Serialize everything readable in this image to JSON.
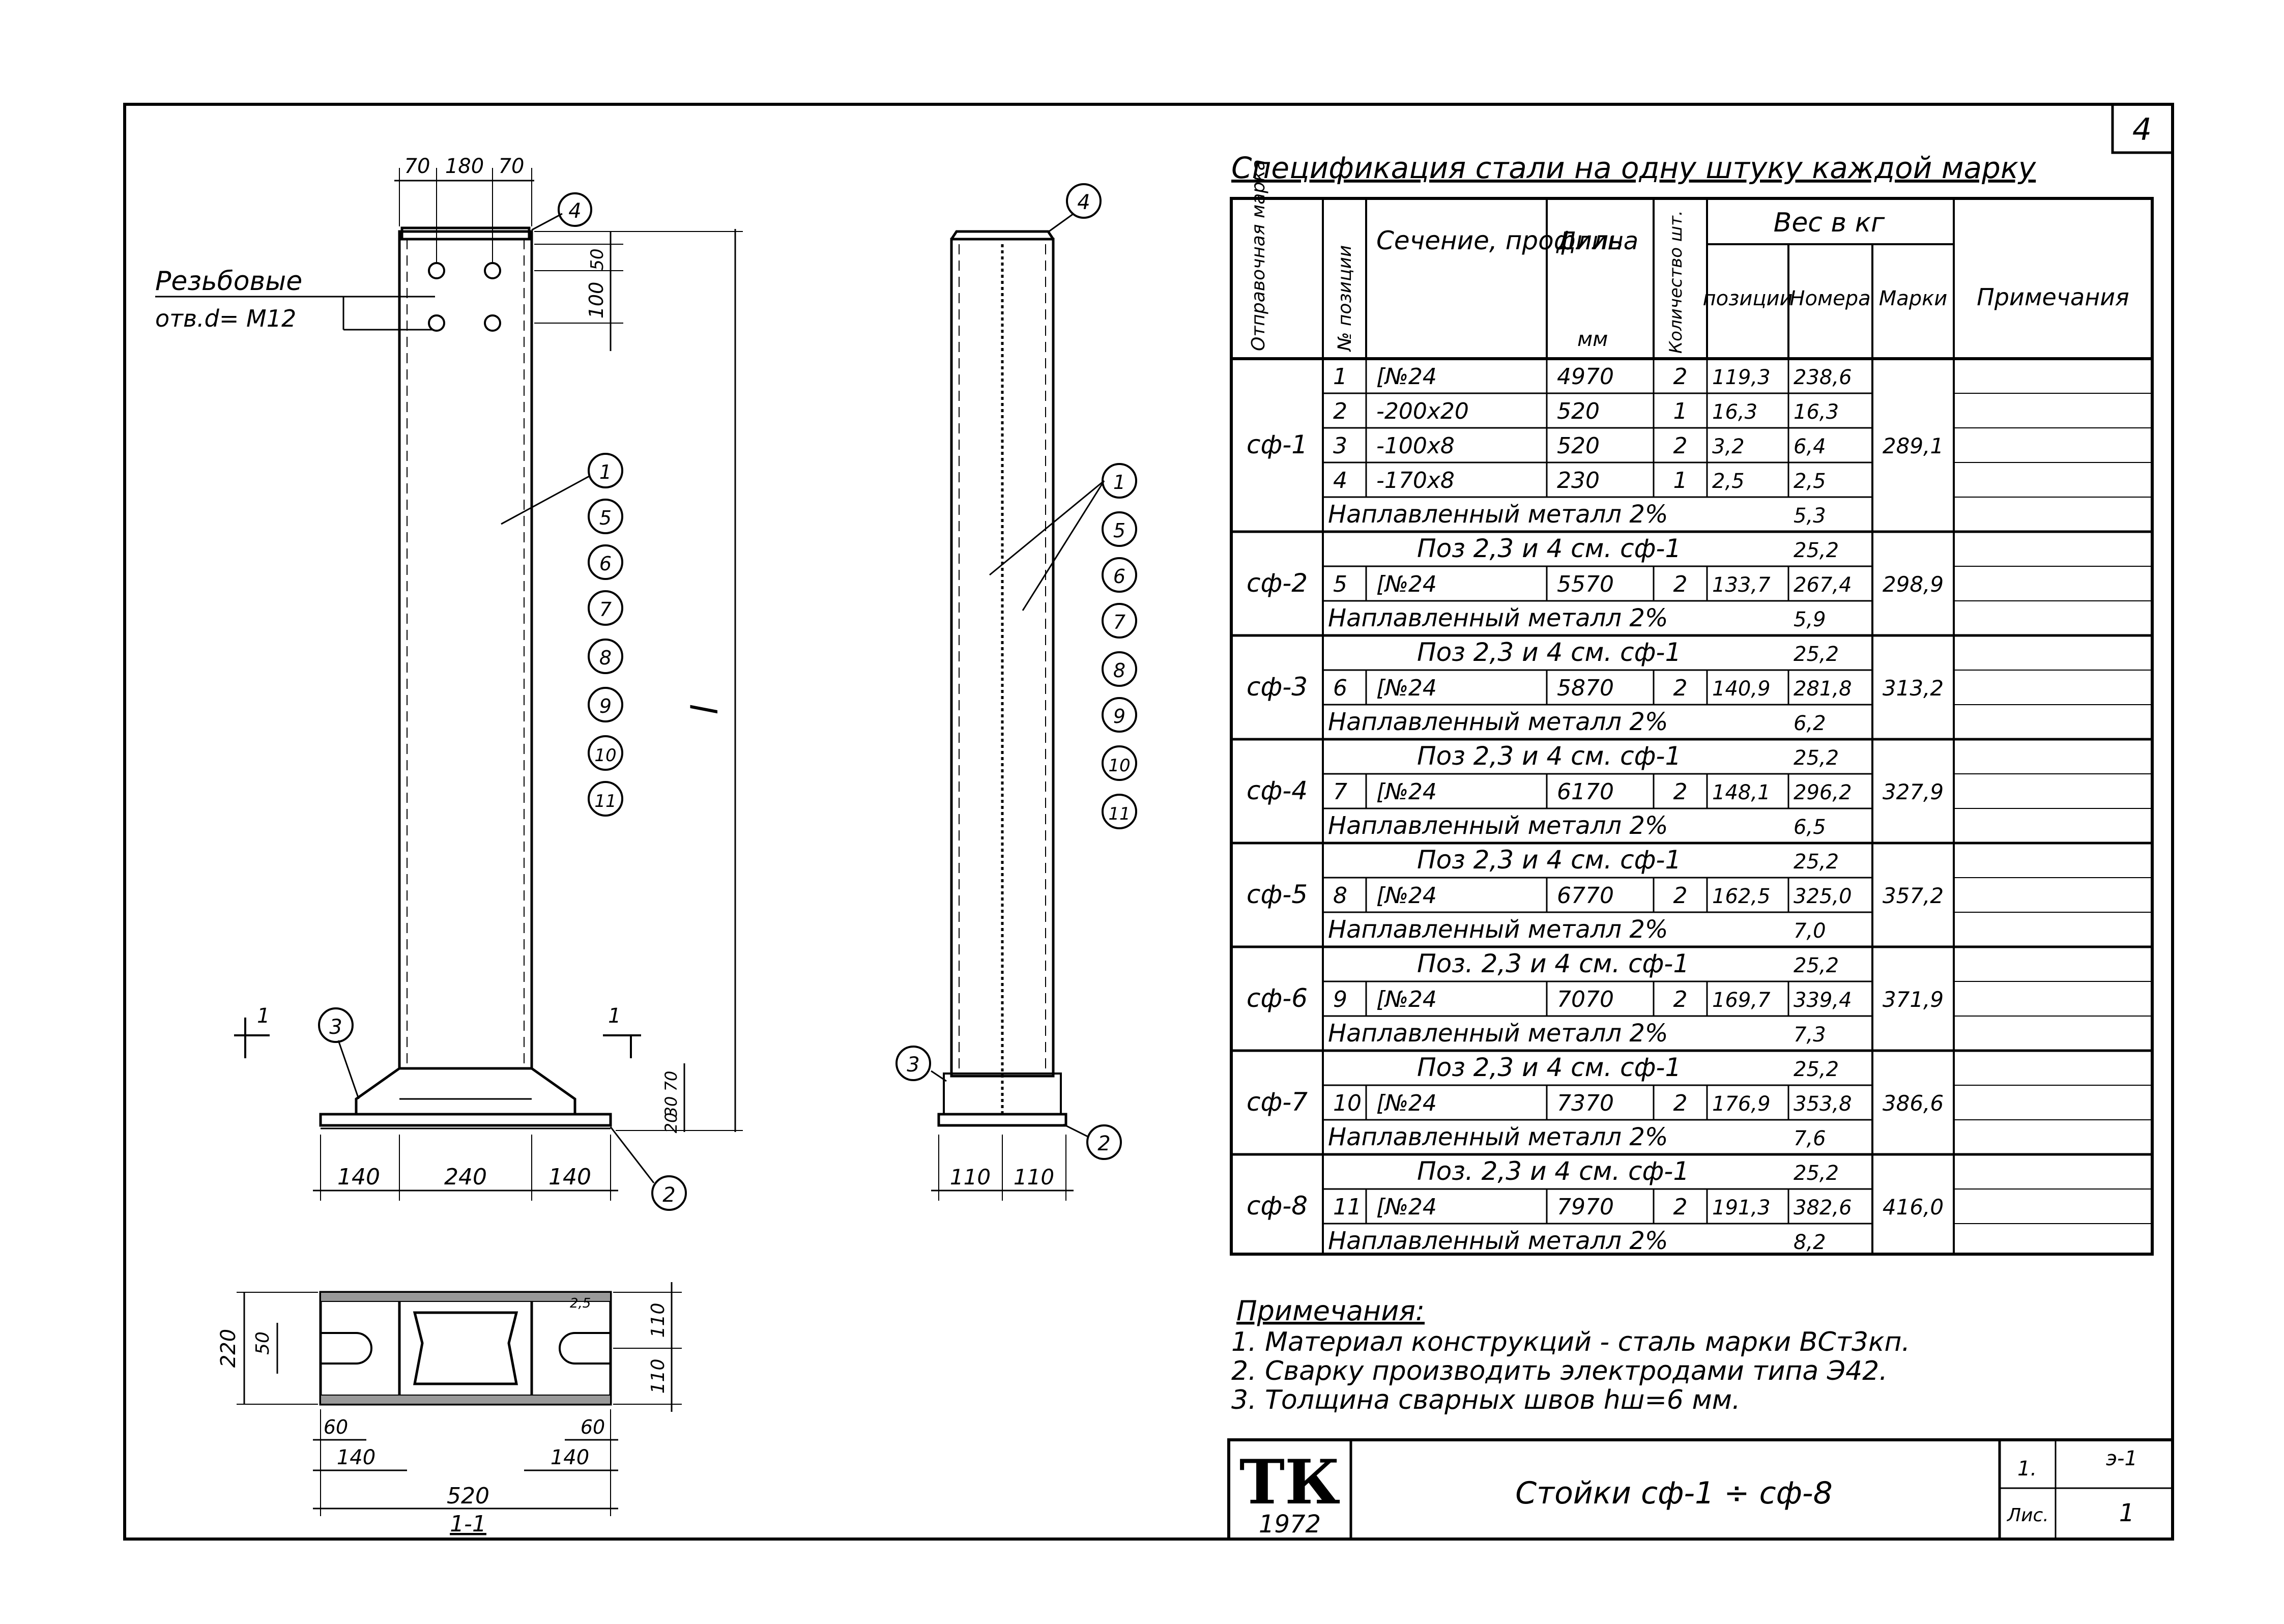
{
  "sheet": {
    "page_number": "4",
    "title_block": {
      "stamp_top": "ТК",
      "stamp_year": "1972",
      "drawing_title": "Стойки сф-1 ÷ сф-8",
      "sheet_label": "Лис.",
      "cell_1": "1.",
      "cell_2": "э-1",
      "cell_3": "1"
    }
  },
  "drawing": {
    "dims_top": [
      "70",
      "180",
      "70"
    ],
    "hole_label_1": "Резьбовые",
    "hole_label_2": "отв.d= M12",
    "dim_side_50": "50",
    "dim_side_100": "100",
    "dim_length": "l",
    "section_mark": "1",
    "dims_base_right": [
      "70",
      "30",
      "20"
    ],
    "dims_bottom": [
      "140",
      "240",
      "140"
    ],
    "side_dims_bottom": [
      "110",
      "110"
    ],
    "callouts_front": [
      "1",
      "5",
      "6",
      "7",
      "8",
      "9",
      "10",
      "11"
    ],
    "callouts_side": [
      "1",
      "5",
      "6",
      "7",
      "8",
      "9",
      "10",
      "11"
    ],
    "callout_top": "4",
    "callout_plate": "3",
    "callout_base": "2",
    "plan_dims_left": [
      "220",
      "50"
    ],
    "plan_dims_right": [
      "110",
      "110"
    ],
    "plan_dims_bottom_1": [
      "60",
      "60"
    ],
    "plan_dims_bottom_2": [
      "140",
      "140"
    ],
    "plan_dims_total": "520",
    "plan_weld": "2,5",
    "plan_section_label": "1-1"
  },
  "specification": {
    "title": "Спецификация стали на одну штуку каждой марку",
    "headers": {
      "mark": "Отправочная марка",
      "position": "№ позиции",
      "section": "Сечение, профиль",
      "length": "Длина",
      "length_unit": "мм",
      "qty": "Количество шт.",
      "weight": "Вес в кг",
      "w_pos": "позиции",
      "w_total": "Номера",
      "w_mark": "Марки",
      "notes": "Примечания"
    },
    "groups": [
      {
        "mark": "сф-1",
        "mark_total": "289,1",
        "rows": [
          {
            "pos": "1",
            "profile": "[№24",
            "length": "4970",
            "qty": "2",
            "wpos": "119,3",
            "wtot": "238,6"
          },
          {
            "pos": "2",
            "profile": "-200x20",
            "length": "520",
            "qty": "1",
            "wpos": "16,3",
            "wtot": "16,3"
          },
          {
            "pos": "3",
            "profile": "-100x8",
            "length": "520",
            "qty": "2",
            "wpos": "3,2",
            "wtot": "6,4"
          },
          {
            "pos": "4",
            "profile": "-170x8",
            "length": "230",
            "qty": "1",
            "wpos": "2,5",
            "wtot": "2,5"
          }
        ],
        "weld_text": "Наплавленный металл 2%",
        "weld_value": "5,3"
      },
      {
        "mark": "сф-2",
        "mark_total": "298,9",
        "ref_text": "Поз 2,3 и 4 см. сф-1",
        "ref_value": "25,2",
        "rows": [
          {
            "pos": "5",
            "profile": "[№24",
            "length": "5570",
            "qty": "2",
            "wpos": "133,7",
            "wtot": "267,4"
          }
        ],
        "weld_text": "Наплавленный металл 2%",
        "weld_value": "5,9"
      },
      {
        "mark": "сф-3",
        "mark_total": "313,2",
        "ref_text": "Поз 2,3 и 4 см. сф-1",
        "ref_value": "25,2",
        "rows": [
          {
            "pos": "6",
            "profile": "[№24",
            "length": "5870",
            "qty": "2",
            "wpos": "140,9",
            "wtot": "281,8"
          }
        ],
        "weld_text": "Наплавленный металл 2%",
        "weld_value": "6,2"
      },
      {
        "mark": "сф-4",
        "mark_total": "327,9",
        "ref_text": "Поз 2,3 и 4 см. сф-1",
        "ref_value": "25,2",
        "rows": [
          {
            "pos": "7",
            "profile": "[№24",
            "length": "6170",
            "qty": "2",
            "wpos": "148,1",
            "wtot": "296,2"
          }
        ],
        "weld_text": "Наплавленный металл 2%",
        "weld_value": "6,5"
      },
      {
        "mark": "сф-5",
        "mark_total": "357,2",
        "ref_text": "Поз 2,3 и 4 см. сф-1",
        "ref_value": "25,2",
        "rows": [
          {
            "pos": "8",
            "profile": "[№24",
            "length": "6770",
            "qty": "2",
            "wpos": "162,5",
            "wtot": "325,0"
          }
        ],
        "weld_text": "Наплавленный металл 2%",
        "weld_value": "7,0"
      },
      {
        "mark": "сф-6",
        "mark_total": "371,9",
        "ref_text": "Поз. 2,3 и 4 см. сф-1",
        "ref_value": "25,2",
        "rows": [
          {
            "pos": "9",
            "profile": "[№24",
            "length": "7070",
            "qty": "2",
            "wpos": "169,7",
            "wtot": "339,4"
          }
        ],
        "weld_text": "Наплавленный металл 2%",
        "weld_value": "7,3"
      },
      {
        "mark": "сф-7",
        "mark_total": "386,6",
        "ref_text": "Поз 2,3 и 4 см. сф-1",
        "ref_value": "25,2",
        "rows": [
          {
            "pos": "10",
            "profile": "[№24",
            "length": "7370",
            "qty": "2",
            "wpos": "176,9",
            "wtot": "353,8"
          }
        ],
        "weld_text": "Наплавленный металл 2%",
        "weld_value": "7,6"
      },
      {
        "mark": "сф-8",
        "mark_total": "416,0",
        "ref_text": "Поз. 2,3 и 4 см. сф-1",
        "ref_value": "25,2",
        "rows": [
          {
            "pos": "11",
            "profile": "[№24",
            "length": "7970",
            "qty": "2",
            "wpos": "191,3",
            "wtot": "382,6"
          }
        ],
        "weld_text": "Наплавленный металл 2%",
        "weld_value": "8,2"
      }
    ]
  },
  "notes": {
    "title": "Примечания:",
    "items": [
      "1. Материал конструкций - сталь марки ВСт3кп.",
      "2. Сварку производить электродами типа Э42.",
      "3. Толщина сварных швов hш=6 мм."
    ]
  }
}
